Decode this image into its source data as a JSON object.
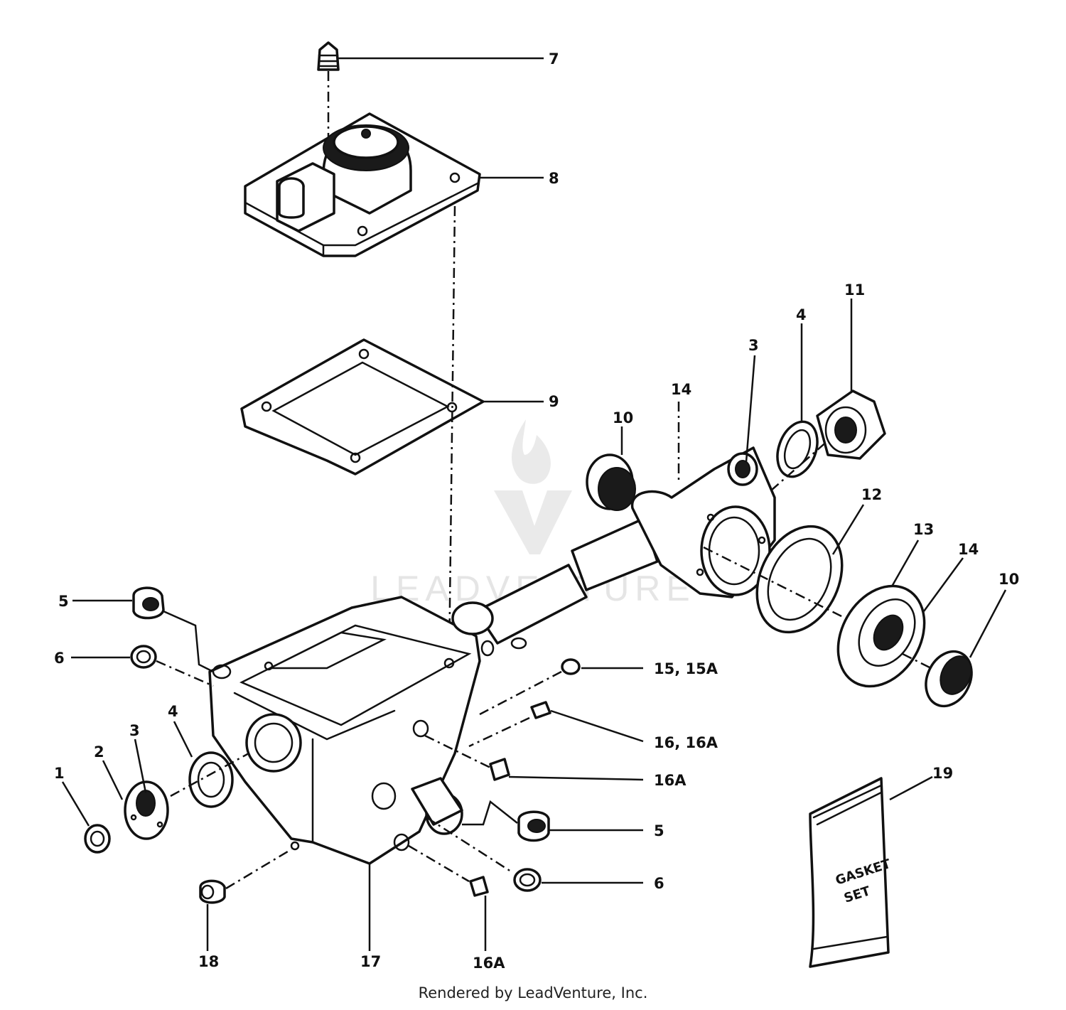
{
  "diagram": {
    "callouts": {
      "c7": "7",
      "c8": "8",
      "c9": "9",
      "c10a": "10",
      "c14a": "14",
      "c3a": "3",
      "c4a": "4",
      "c11": "11",
      "c12": "12",
      "c13": "13",
      "c14b": "14",
      "c10b": "10",
      "c5a": "5",
      "c6a": "6",
      "c4b": "4",
      "c3b": "3",
      "c2": "2",
      "c1": "1",
      "c15": "15, 15A",
      "c16": "16, 16A",
      "c16a1": "16A",
      "c5b": "5",
      "c6b": "6",
      "c18": "18",
      "c17": "17",
      "c16a2": "16A",
      "c19": "19"
    },
    "bag_label": [
      "GASKET",
      "SET"
    ],
    "watermark": "LEADVENTURE"
  },
  "footer": {
    "text": "Rendered by LeadVenture, Inc."
  }
}
